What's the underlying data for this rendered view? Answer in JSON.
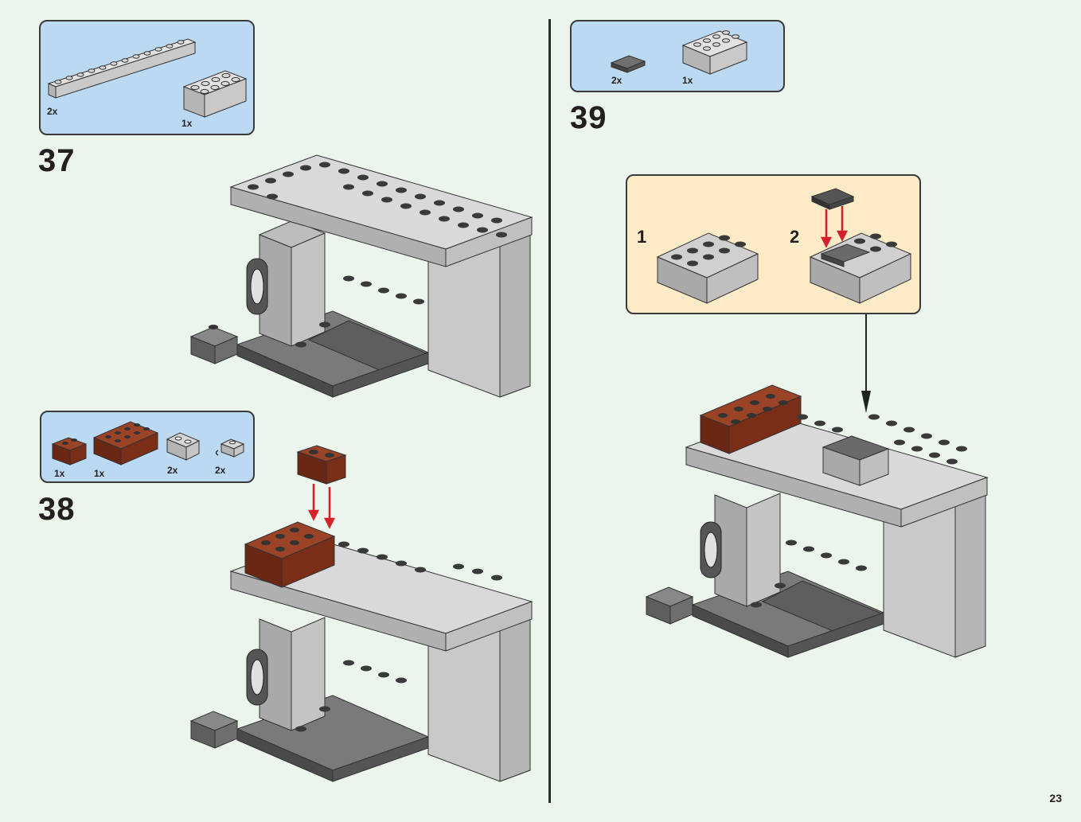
{
  "page": {
    "number": "23"
  },
  "steps": [
    {
      "number": "37",
      "parts": [
        {
          "qty": "2x"
        },
        {
          "qty": "1x"
        }
      ]
    },
    {
      "number": "38",
      "parts": [
        {
          "qty": "1x"
        },
        {
          "qty": "1x"
        },
        {
          "qty": "2x"
        },
        {
          "qty": "2x"
        }
      ]
    },
    {
      "number": "39",
      "parts": [
        {
          "qty": "2x"
        },
        {
          "qty": "1x"
        }
      ],
      "substeps": [
        {
          "number": "1"
        },
        {
          "number": "2"
        }
      ]
    }
  ],
  "colors": {
    "background": "#ecf5ec",
    "parts_box": "#bcd9f2",
    "callout": "#fdebc8",
    "light_gray": "#c8c8c8",
    "dark_gray": "#5e5e5e",
    "reddish_brown": "#7a2e18",
    "arrow_red": "#d8202a"
  }
}
